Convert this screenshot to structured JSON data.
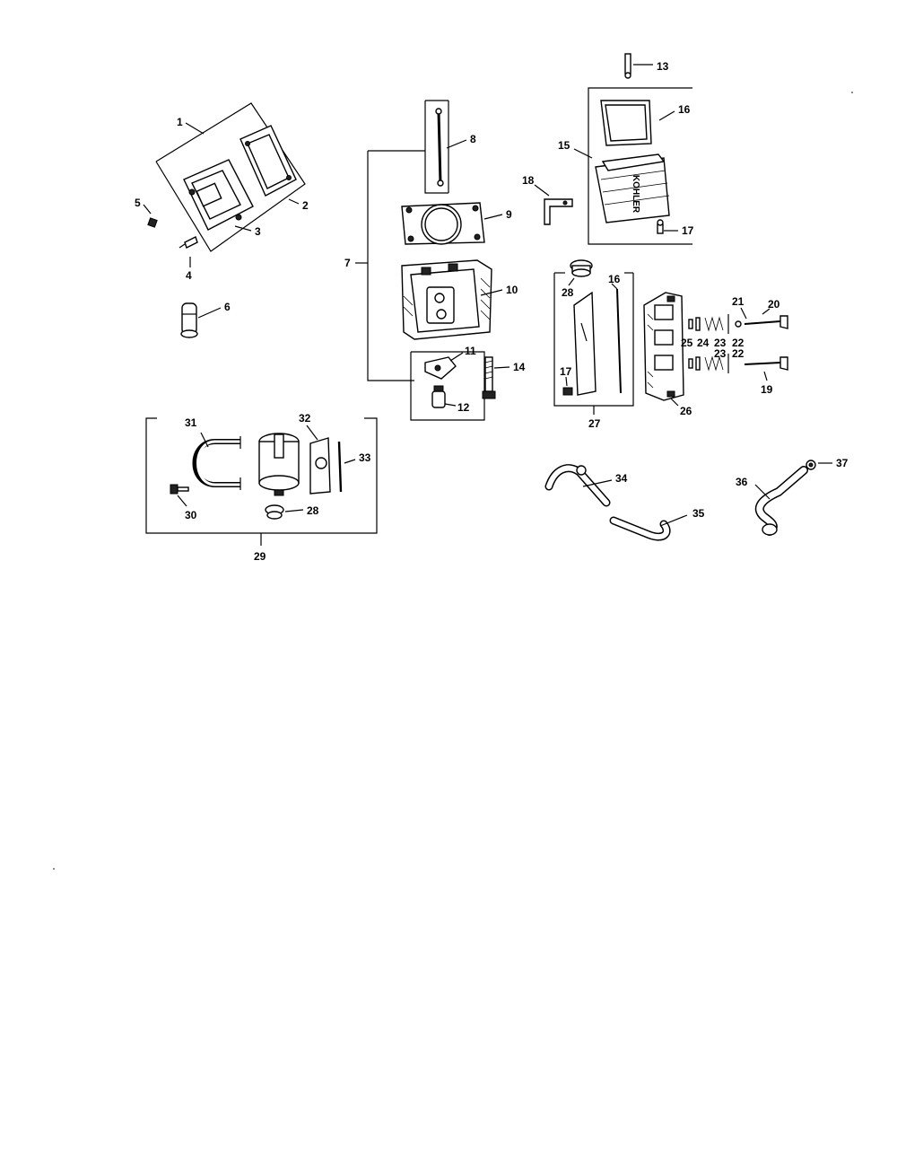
{
  "diagram": {
    "callouts": {
      "c1": "1",
      "c2": "2",
      "c3": "3",
      "c4": "4",
      "c5": "5",
      "c6": "6",
      "c7": "7",
      "c8": "8",
      "c9": "9",
      "c10": "10",
      "c11": "11",
      "c12": "12",
      "c13": "13",
      "c14": "14",
      "c15": "15",
      "c16a": "16",
      "c16b": "16",
      "c17a": "17",
      "c17b": "17",
      "c18": "18",
      "c19": "19",
      "c20": "20",
      "c21": "21",
      "c22a": "22",
      "c22b": "22",
      "c23a": "23",
      "c23b": "23",
      "c24": "24",
      "c25": "25",
      "c26": "26",
      "c27": "27",
      "c28a": "28",
      "c28b": "28",
      "c29": "29",
      "c30": "30",
      "c31": "31",
      "c32": "32",
      "c33": "33",
      "c34": "34",
      "c35": "35",
      "c36": "36",
      "c37": "37"
    },
    "cover_lettering": "KOHLER"
  }
}
